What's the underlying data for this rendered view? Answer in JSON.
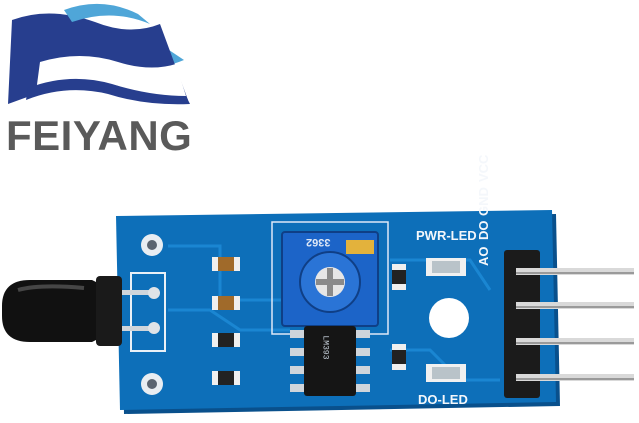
{
  "brand": {
    "name": "FEIYANG",
    "colors": {
      "text": "#5a5a5a",
      "dark_blue": "#273e8e",
      "light_blue": "#4fa6d8"
    }
  },
  "board": {
    "labels": {
      "power_led": "PWR-LED",
      "output_led": "DO-LED",
      "pins": [
        "AO",
        "DO",
        "GND",
        "VCC"
      ]
    },
    "potentiometer_marking": "3362",
    "chip_marking": "LM393",
    "colors": {
      "pcb": "#0d6fb9",
      "pcb_edge": "#09508c",
      "header": "#1b1b1b",
      "pins": "#d9d9d9",
      "sensor": "#111111",
      "pot": "#1c64c8"
    }
  }
}
